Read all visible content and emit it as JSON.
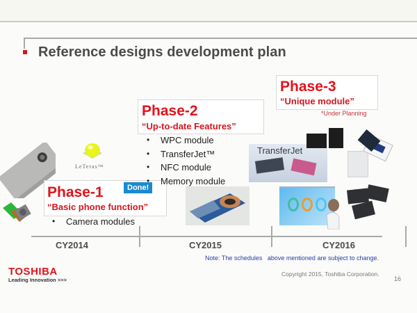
{
  "slide": {
    "title": "Reference designs development plan",
    "accent_color": "#e3121b",
    "phases": [
      {
        "name": "Phase-1",
        "subtitle": "“Basic phone function”",
        "badge": "Done!",
        "items": [
          "Camera modules"
        ]
      },
      {
        "name": "Phase-2",
        "subtitle": "“Up-to-date Features”",
        "items": [
          "WPC module",
          "TransferJet™",
          "NFC module",
          "Memory module"
        ]
      },
      {
        "name": "Phase-3",
        "subtitle": "“Unique module”",
        "note": "*Under Planning"
      }
    ],
    "images": {
      "leteras_label": "LeTeras™",
      "transferjet_label": "TransferJet"
    },
    "timeline": [
      "CY2014",
      "CY2015",
      "CY2016"
    ],
    "schedule_note": "Note: The schedules   above mentioned are subject to change.",
    "footer": {
      "brand": "TOSHIBA",
      "tagline": "Leading Innovation >>>",
      "copyright": "Copyright 2015, Toshiba Corporation.",
      "page_number": "16"
    }
  }
}
